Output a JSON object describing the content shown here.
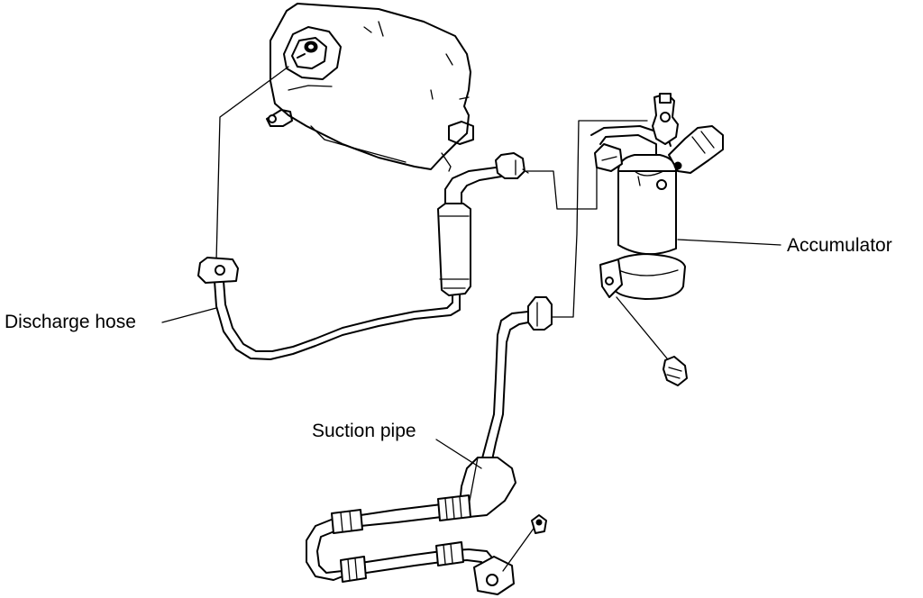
{
  "labels": {
    "discharge_hose": "Discharge hose",
    "suction_pipe": "Suction pipe",
    "accumulator": "Accumulator"
  },
  "colors": {
    "ink": "#000000",
    "paper": "#ffffff"
  }
}
